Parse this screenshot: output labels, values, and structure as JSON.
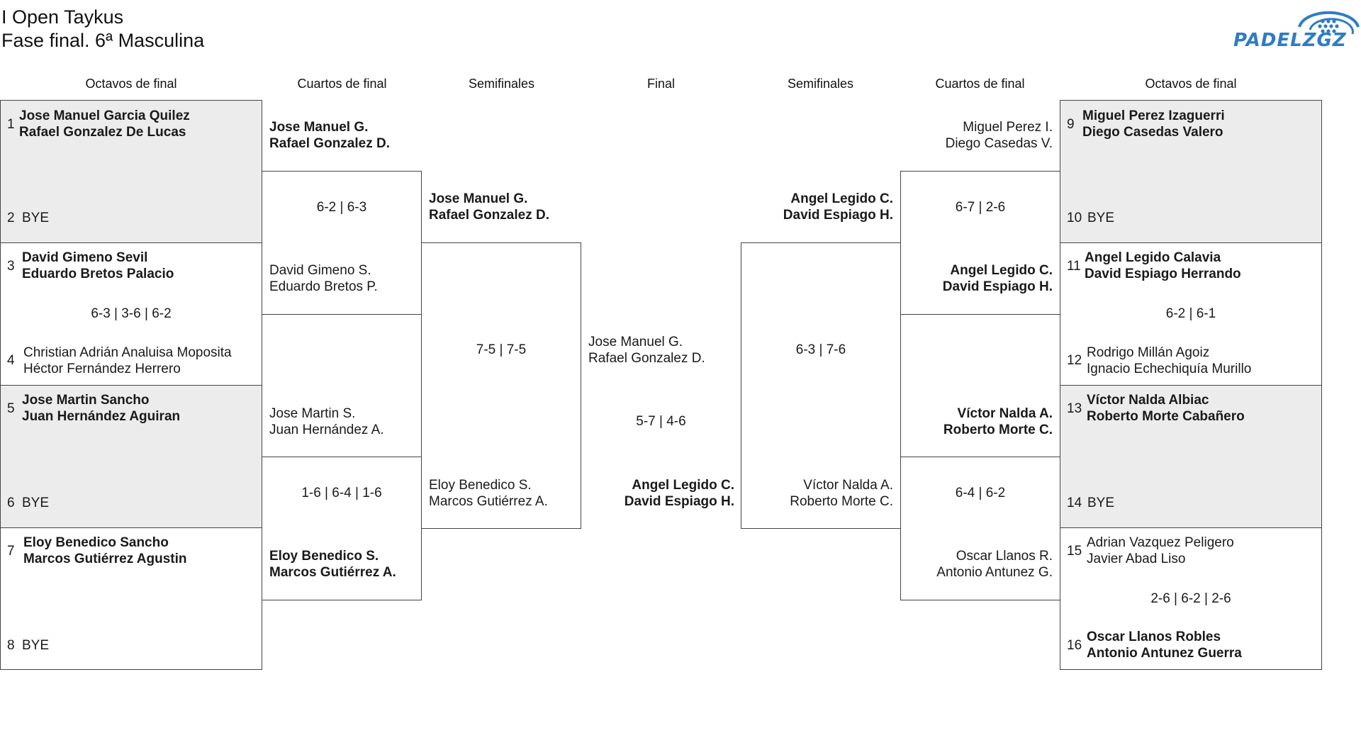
{
  "header": {
    "title_line1": "I Open Taykus",
    "title_line2": "Fase final. 6ª Masculina",
    "logo_text": "PADELZGZ"
  },
  "round_headers": {
    "left_r16": "Octavos de final",
    "left_qf": "Cuartos de final",
    "left_sf": "Semifinales",
    "final": "Final",
    "right_sf": "Semifinales",
    "right_qf": "Cuartos de final",
    "right_r16": "Octavos de final"
  },
  "left_r16": {
    "s1": "1",
    "p1a": "Jose Manuel Garcia Quilez",
    "p1b": "Rafael Gonzalez De Lucas",
    "s2": "2",
    "p2": "BYE",
    "s3": "3",
    "p3a": "David Gimeno Sevil",
    "p3b": "Eduardo Bretos Palacio",
    "score34": "6-3 | 3-6 | 6-2",
    "s4": "4",
    "p4a": "Christian Adrián Analuisa Moposita",
    "p4b": "Héctor Fernández Herrero",
    "s5": "5",
    "p5a": "Jose Martin Sancho",
    "p5b": "Juan Hernández Aguiran",
    "s6": "6",
    "p6": "BYE",
    "s7": "7",
    "p7a": "Eloy Benedico Sancho",
    "p7b": "Marcos Gutiérrez Agustin",
    "s8": "8",
    "p8": "BYE"
  },
  "left_qf": {
    "t1a": "Jose Manuel G.",
    "t1b": "Rafael Gonzalez D.",
    "score1": "6-2 | 6-3",
    "t2a": "David Gimeno S.",
    "t2b": "Eduardo Bretos P.",
    "t3a": "Jose Martin S.",
    "t3b": "Juan Hernández A.",
    "score2": "1-6 | 6-4 | 1-6",
    "t4a": "Eloy Benedico S.",
    "t4b": "Marcos Gutiérrez A."
  },
  "left_sf": {
    "t1a": "Jose Manuel G.",
    "t1b": "Rafael Gonzalez D.",
    "score": "7-5 | 7-5",
    "t2a": "Eloy Benedico S.",
    "t2b": "Marcos Gutiérrez A."
  },
  "final": {
    "t1a": "Jose Manuel G.",
    "t1b": "Rafael Gonzalez D.",
    "score": "5-7 | 4-6",
    "t2a": "Angel Legido C.",
    "t2b": "David Espiago H."
  },
  "right_sf": {
    "t1a": "Angel Legido C.",
    "t1b": "David Espiago H.",
    "score": "6-3 | 7-6",
    "t2a": "Víctor Nalda A.",
    "t2b": "Roberto Morte C."
  },
  "right_qf": {
    "t1a": "Miguel Perez I.",
    "t1b": "Diego Casedas V.",
    "score1": "6-7 | 2-6",
    "t2a": "Angel Legido C.",
    "t2b": "David Espiago H.",
    "t3a": "Víctor Nalda A.",
    "t3b": "Roberto Morte C.",
    "score2": "6-4 | 6-2",
    "t4a": "Oscar Llanos R.",
    "t4b": "Antonio Antunez G."
  },
  "right_r16": {
    "s9": "9",
    "p9a": "Miguel Perez Izaguerri",
    "p9b": "Diego Casedas Valero",
    "s10": "10",
    "p10": "BYE",
    "s11": "11",
    "p11a": "Angel Legido Calavia",
    "p11b": "David Espiago Herrando",
    "score1112": "6-2 | 6-1",
    "s12": "12",
    "p12a": "Rodrigo Millán Agoiz",
    "p12b": "Ignacio Echechiquía Murillo",
    "s13": "13",
    "p13a": "Víctor Nalda Albiac",
    "p13b": "Roberto Morte Cabañero",
    "s14": "14",
    "p14": "BYE",
    "s15": "15",
    "p15a": "Adrian Vazquez Peligero",
    "p15b": "Javier Abad Liso",
    "score1516": "2-6 | 6-2 | 2-6",
    "s16": "16",
    "p16a": "Oscar Llanos Robles",
    "p16b": "Antonio Antunez Guerra"
  },
  "colors": {
    "bye_background": "#ececec",
    "border": "#444444",
    "logo": "#2f7cc4"
  }
}
